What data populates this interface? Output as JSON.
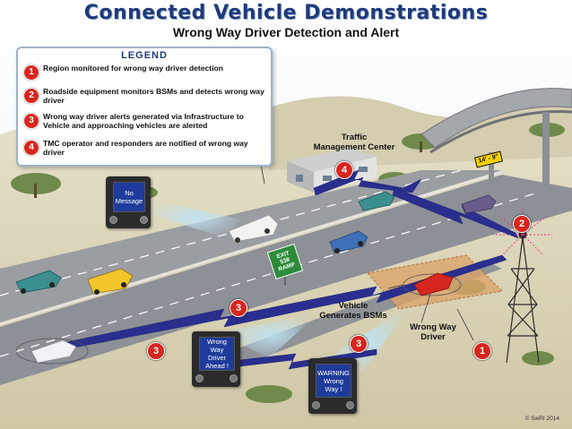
{
  "title": "Connected Vehicle Demonstrations",
  "subtitle": "Wrong Way Driver Detection and Alert",
  "legend": {
    "heading": "LEGEND",
    "items": [
      {
        "num": "1",
        "text": "Region monitored for wrong way driver detection"
      },
      {
        "num": "2",
        "text": "Roadside equipment monitors BSMs and detects wrong way driver"
      },
      {
        "num": "3",
        "text": "Wrong way driver alerts generated via Infrastructure to Vehicle and approaching vehicles are alerted"
      },
      {
        "num": "4",
        "text": "TMC operator and responders are notified of wrong way driver"
      }
    ]
  },
  "screens": {
    "top": {
      "line1": "No",
      "line2": "Message"
    },
    "middle": {
      "line1": "Wrong Way",
      "line2": "Driver",
      "line3": "Ahead !"
    },
    "bottom": {
      "line1": "WARNING",
      "line2": "Wrong",
      "line3": "Way !"
    }
  },
  "labels": {
    "tmc_line1": "Traffic",
    "tmc_line2": "Management Center",
    "bsm_line1": "Vehicle",
    "bsm_line2": "Generates BSMs",
    "wrong_line1": "Wrong Way",
    "wrong_line2": "Driver"
  },
  "signs": {
    "exit_line1": "EXIT",
    "exit_line2": "538",
    "exit_line3": "RAMP",
    "bridge_clearance": "14' - 9\""
  },
  "badges": {
    "b1": "1",
    "b2": "2",
    "b3a": "3",
    "b3b": "3",
    "b3c": "3",
    "b4": "4"
  },
  "copyright": "© SwRI 2014",
  "colors": {
    "title": "#1e3a7a",
    "badge": "#d7261e",
    "road": "#8d9096",
    "lightning": "#2a2f8f",
    "screen": "#1f3c9c",
    "ground": "#dcd6bd",
    "zone": "#d9a46a"
  }
}
